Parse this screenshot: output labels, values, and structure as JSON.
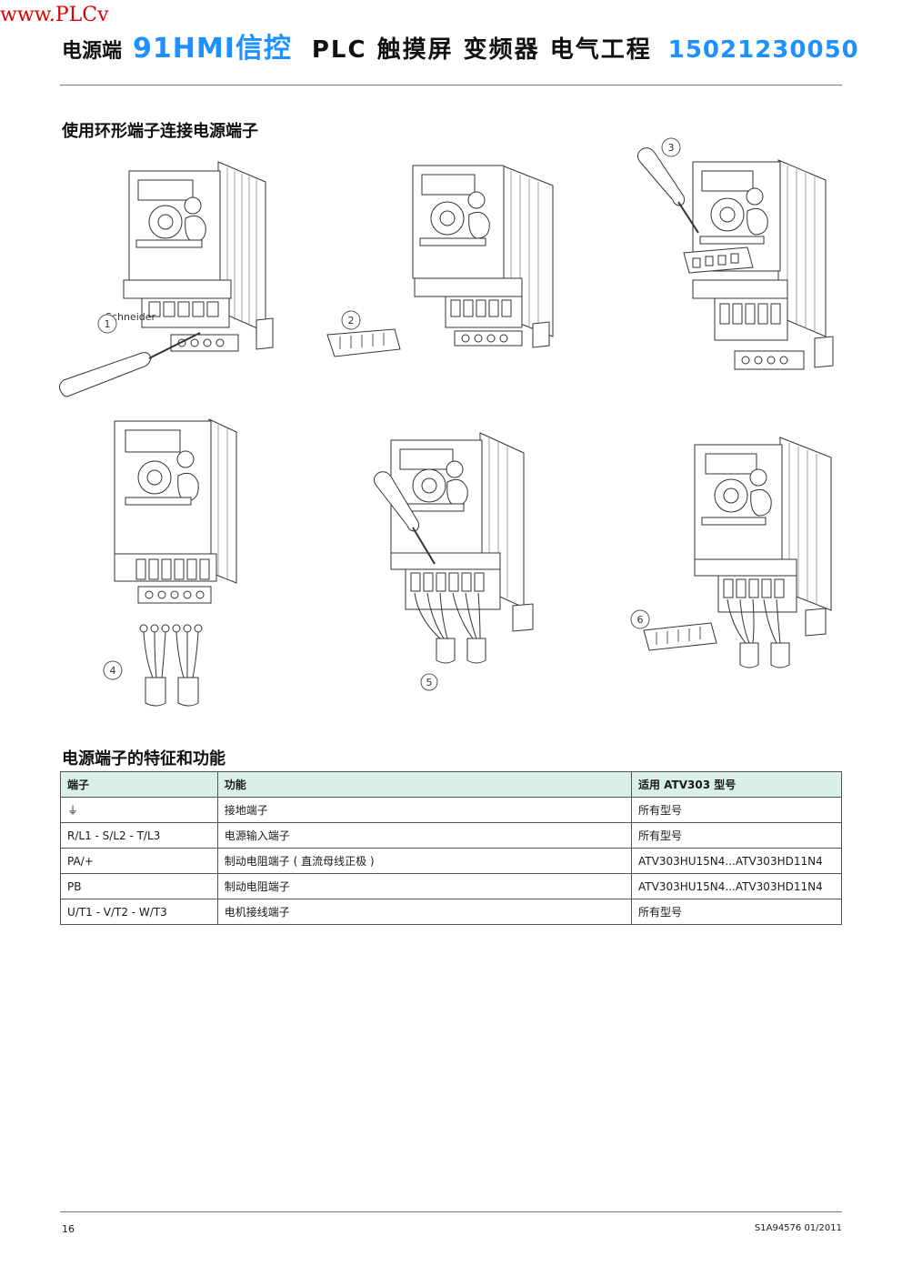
{
  "watermark": "www.PLCv",
  "header": {
    "left": "电源端",
    "brand": "91HMI信控",
    "text": "PLC 触摸屏 变频器 电气工程",
    "phone": "15021230050"
  },
  "section1": {
    "title": "使用环形端子连接电源端子"
  },
  "drive_label": "Schneider",
  "steps": [
    "1",
    "2",
    "3",
    "4",
    "5",
    "6"
  ],
  "section2": {
    "title": "电源端子的特征和功能"
  },
  "table": {
    "headers": [
      "端子",
      "功能",
      "适用 ATV303 型号"
    ],
    "rows": [
      [
        "⏚",
        "接地端子",
        "所有型号"
      ],
      [
        "R/L1 - S/L2 - T/L3",
        "电源输入端子",
        "所有型号"
      ],
      [
        "PA/+",
        "制动电阻端子 ( 直流母线正极 )",
        "ATV303HU15N4...ATV303HD11N4"
      ],
      [
        "PB",
        "制动电阻端子",
        "ATV303HU15N4...ATV303HD11N4"
      ],
      [
        "U/T1 - V/T2 - W/T3",
        "电机接线端子",
        "所有型号"
      ]
    ]
  },
  "footer": {
    "page": "16",
    "doc": "S1A94576 01/2011"
  }
}
